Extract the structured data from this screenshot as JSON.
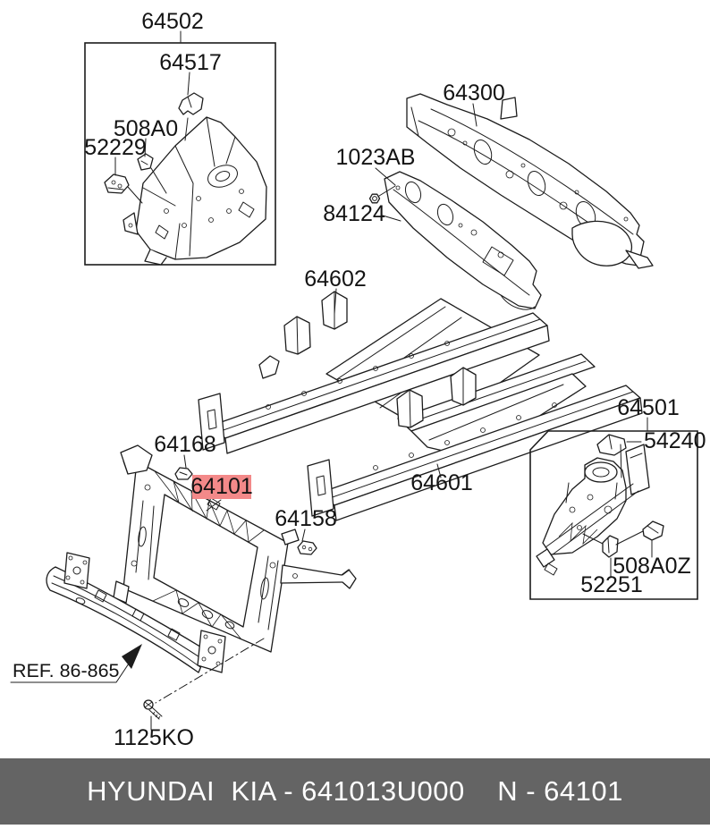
{
  "footer": {
    "text": "HYUNDAI  KIA - 641013U000    N - 64101",
    "bg": "#646464",
    "fg": "#ffffff"
  },
  "highlight": {
    "bg": "#f38989",
    "fg": "#b02a2a"
  },
  "labels": {
    "p64502": "64502",
    "p64517": "64517",
    "p508A0": "508A0",
    "p52229": "52229",
    "p64300": "64300",
    "p1023AB": "1023AB",
    "p84124": "84124",
    "p64602": "64602",
    "p64601": "64601",
    "p64168": "64168",
    "p64101": "64101",
    "p64158": "64158",
    "p64501": "64501",
    "p54240": "54240",
    "p508A0Z": "508A0Z",
    "p52251": "52251",
    "p1125KO": "1125KO",
    "ref": "REF. 86-865"
  }
}
